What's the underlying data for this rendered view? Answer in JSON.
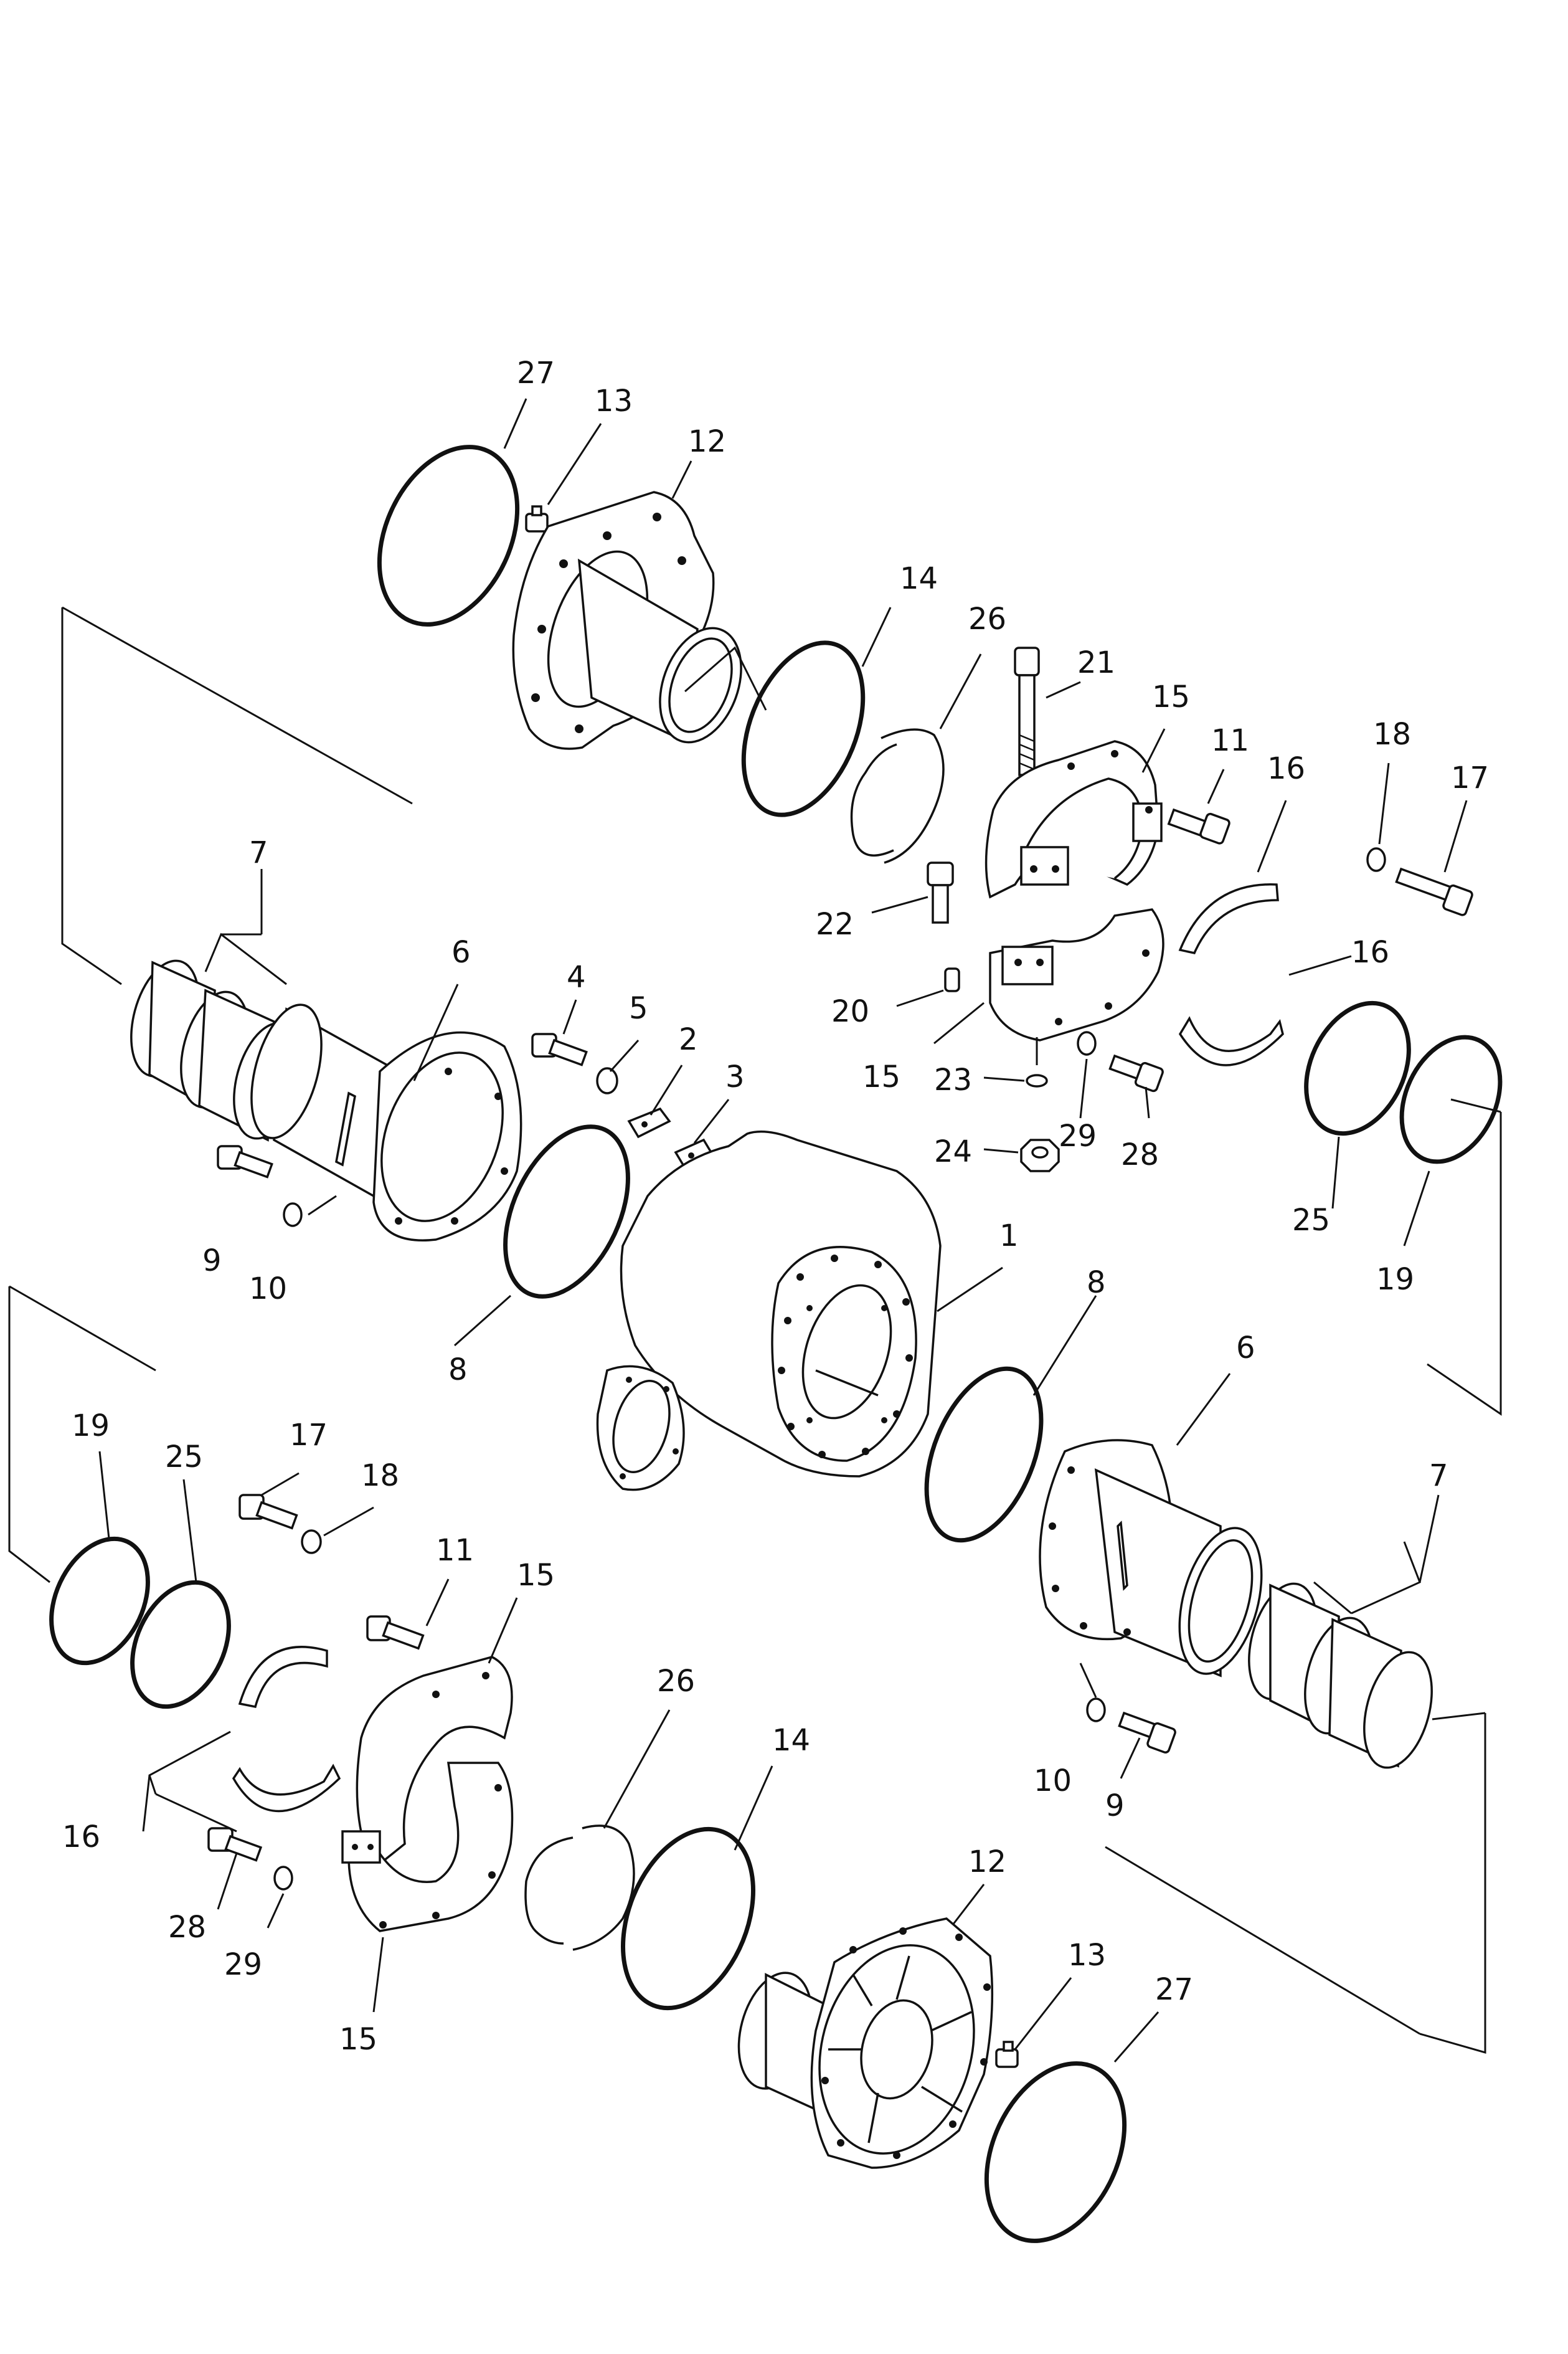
{
  "diagram": {
    "callouts": [
      {
        "id": "c27a",
        "label": "27"
      },
      {
        "id": "c13a",
        "label": "13"
      },
      {
        "id": "c12a",
        "label": "12"
      },
      {
        "id": "c14a",
        "label": "14"
      },
      {
        "id": "c26a",
        "label": "26"
      },
      {
        "id": "c21",
        "label": "21"
      },
      {
        "id": "c15a",
        "label": "15"
      },
      {
        "id": "c11a",
        "label": "11"
      },
      {
        "id": "c16a",
        "label": "16"
      },
      {
        "id": "c18a",
        "label": "18"
      },
      {
        "id": "c17a",
        "label": "17"
      },
      {
        "id": "c22",
        "label": "22"
      },
      {
        "id": "c16b",
        "label": "16"
      },
      {
        "id": "c20",
        "label": "20"
      },
      {
        "id": "c15b",
        "label": "15"
      },
      {
        "id": "c23",
        "label": "23"
      },
      {
        "id": "c29a",
        "label": "29"
      },
      {
        "id": "c28a",
        "label": "28"
      },
      {
        "id": "c24",
        "label": "24"
      },
      {
        "id": "c7a",
        "label": "7"
      },
      {
        "id": "c6a",
        "label": "6"
      },
      {
        "id": "c4",
        "label": "4"
      },
      {
        "id": "c5",
        "label": "5"
      },
      {
        "id": "c2",
        "label": "2"
      },
      {
        "id": "c3",
        "label": "3"
      },
      {
        "id": "c25a",
        "label": "25"
      },
      {
        "id": "c19a",
        "label": "19"
      },
      {
        "id": "c9a",
        "label": "9"
      },
      {
        "id": "c10a",
        "label": "10"
      },
      {
        "id": "c1",
        "label": "1"
      },
      {
        "id": "c8a",
        "label": "8"
      },
      {
        "id": "c8b",
        "label": "8"
      },
      {
        "id": "c6b",
        "label": "6"
      },
      {
        "id": "c19b",
        "label": "19"
      },
      {
        "id": "c25b",
        "label": "25"
      },
      {
        "id": "c17b",
        "label": "17"
      },
      {
        "id": "c18b",
        "label": "18"
      },
      {
        "id": "c7b",
        "label": "7"
      },
      {
        "id": "c11b",
        "label": "11"
      },
      {
        "id": "c15c",
        "label": "15"
      },
      {
        "id": "c16c",
        "label": "16"
      },
      {
        "id": "c26b",
        "label": "26"
      },
      {
        "id": "c14b",
        "label": "14"
      },
      {
        "id": "c10b",
        "label": "10"
      },
      {
        "id": "c9b",
        "label": "9"
      },
      {
        "id": "c12b",
        "label": "12"
      },
      {
        "id": "c13b",
        "label": "13"
      },
      {
        "id": "c27b",
        "label": "27"
      },
      {
        "id": "c28b",
        "label": "28"
      },
      {
        "id": "c29b",
        "label": "29"
      },
      {
        "id": "c15d",
        "label": "15"
      }
    ]
  }
}
